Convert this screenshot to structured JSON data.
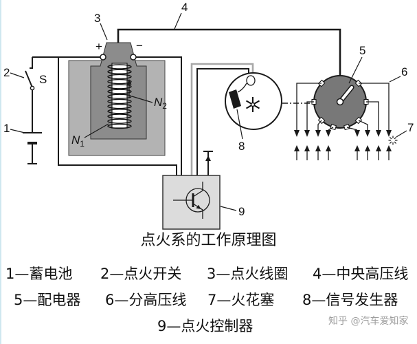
{
  "diagram": {
    "title": "点火系的工作原理图",
    "callouts": {
      "battery": "1",
      "ignition_switch": "2",
      "ignition_coil": "3",
      "central_hv_wire": "4",
      "distributor": "5",
      "branch_hv_wire": "6",
      "spark_plug": "7",
      "signal_generator": "8",
      "ignition_controller": "9"
    },
    "switch_label": "S",
    "coil_terminals": {
      "plus": "+",
      "minus": "−"
    },
    "windings": {
      "primary": {
        "symbol": "N",
        "subscript": "1"
      },
      "secondary": {
        "symbol": "N",
        "subscript": "2"
      }
    }
  },
  "legend": {
    "row1": [
      "1—蓄电池",
      "2—点火开关",
      "3—点火线圈",
      "4—中央高压线"
    ],
    "row2": [
      "5—配电器",
      "6—分高压线",
      "7—火花塞",
      "8—信号发生器"
    ],
    "row3": [
      "9—点火控制器"
    ]
  },
  "watermark": "知乎 @汽车爱知家",
  "colors": {
    "line": "#1a1a1a",
    "coil_outer": "#b3b3b3",
    "coil_inner": "#8c8c8c",
    "distributor": "#787878",
    "controller_fill": "#dcdcdc",
    "signal_wire": "#a8a8a8",
    "watermark": "#9e9e9e",
    "page_edge": "#cfe7ef"
  }
}
